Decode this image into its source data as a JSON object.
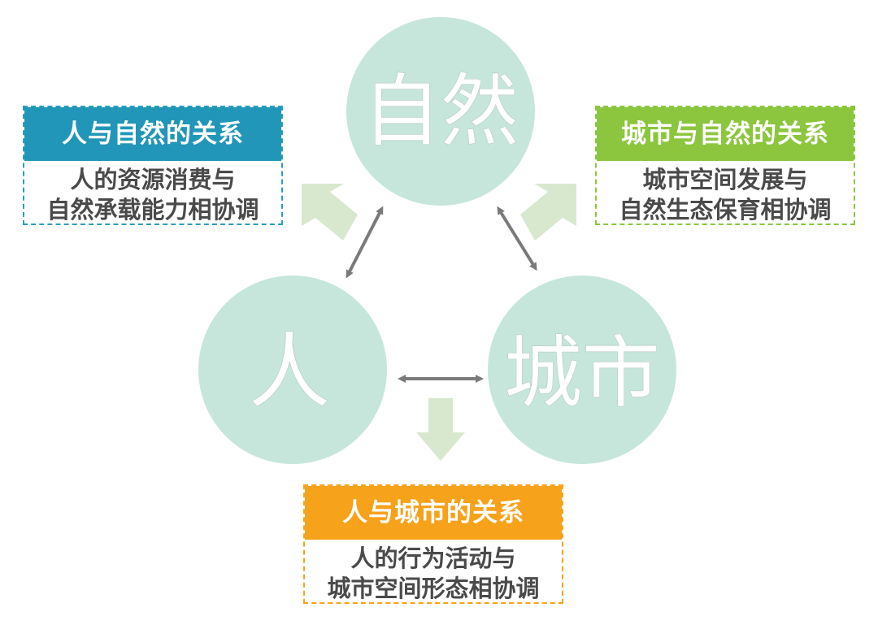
{
  "nodes": {
    "nature": {
      "label": "自然"
    },
    "people": {
      "label": "人"
    },
    "city": {
      "label": "城市"
    }
  },
  "boxes": {
    "people_nature": {
      "title": "人与自然的关系",
      "lines": [
        "人的资源消费与",
        "自然承载能力相协调"
      ]
    },
    "city_nature": {
      "title": "城市与自然的关系",
      "lines": [
        "城市空间发展与",
        "自然生态保育相协调"
      ]
    },
    "people_city": {
      "title": "人与城市的关系",
      "lines": [
        "人的行为活动与",
        "城市空间形态相协调"
      ]
    }
  },
  "colors": {
    "circle_fill": "#c6e6dc",
    "people_nature_accent": "#2196b9",
    "city_nature_accent": "#8cc63e",
    "people_city_accent": "#f7a21b",
    "connector_arrow": "#7a7a7a",
    "output_arrow": "#d8e8cf"
  },
  "icons": {
    "connector": "double-headed-arrow-icon",
    "output": "block-arrow-icon"
  }
}
